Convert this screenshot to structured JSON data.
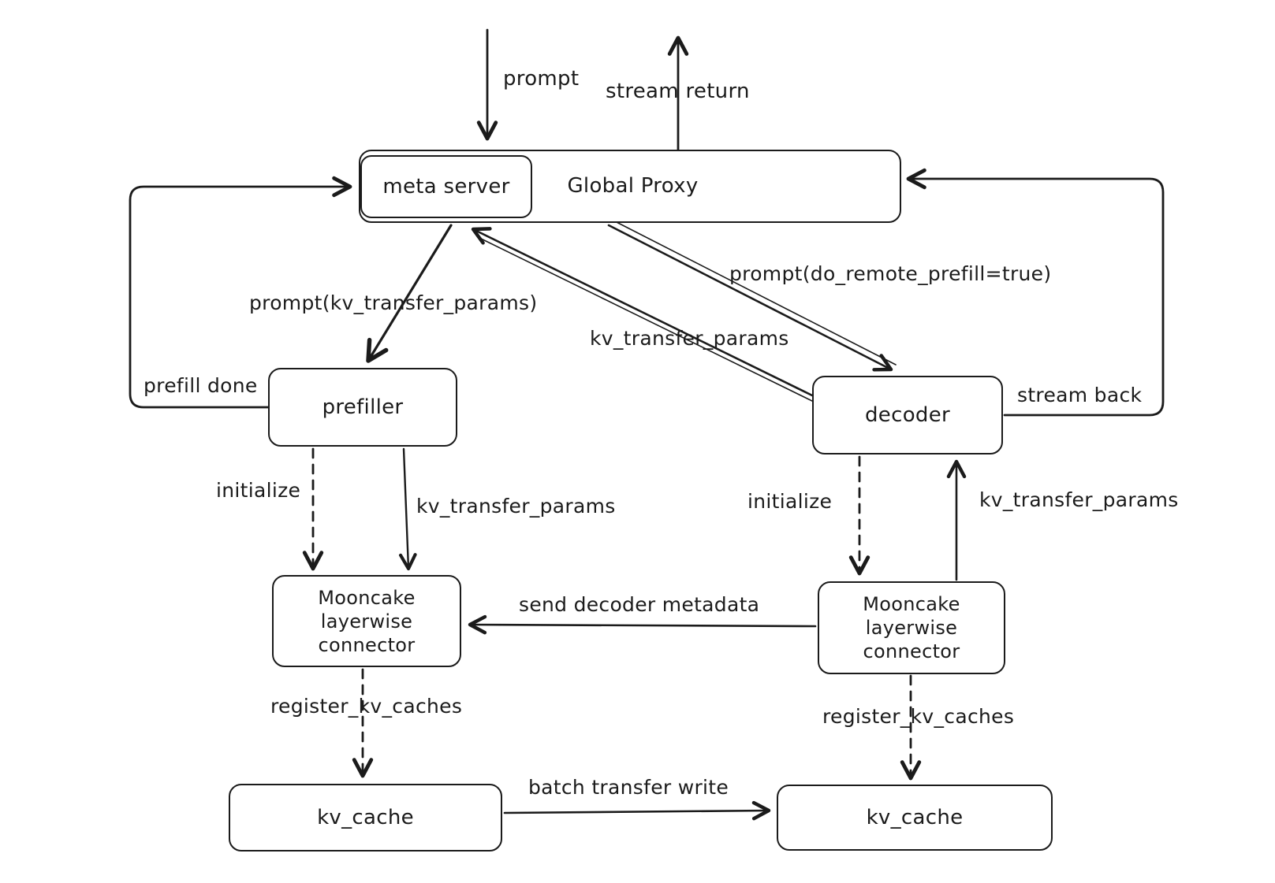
{
  "nodes": {
    "global_proxy": "Global Proxy",
    "meta_server": "meta server",
    "prefiller": "prefiller",
    "decoder": "decoder",
    "connector_left": "Mooncake\nlayerwise\nconnector",
    "connector_right": "Mooncake\nlayerwise\nconnector",
    "kv_cache_left": "kv_cache",
    "kv_cache_right": "kv_cache"
  },
  "edges": {
    "prompt": "prompt",
    "stream_return": "stream return",
    "prefill_done": "prefill done",
    "stream_back": "stream back",
    "prompt_kv": "prompt(kv_transfer_params)",
    "kv_transfer_mid": "kv_transfer_params",
    "prompt_remote": "prompt(do_remote_prefill=true)",
    "initialize_left": "initialize",
    "kv_left": "kv_transfer_params",
    "initialize_right": "initialize",
    "kv_right": "kv_transfer_params",
    "send_metadata": "send decoder metadata",
    "register_left": "register_kv_caches",
    "register_right": "register_kv_caches",
    "batch_write": "batch transfer write"
  },
  "colors": {
    "stroke": "#1b1b1b",
    "background": "#ffffff"
  }
}
